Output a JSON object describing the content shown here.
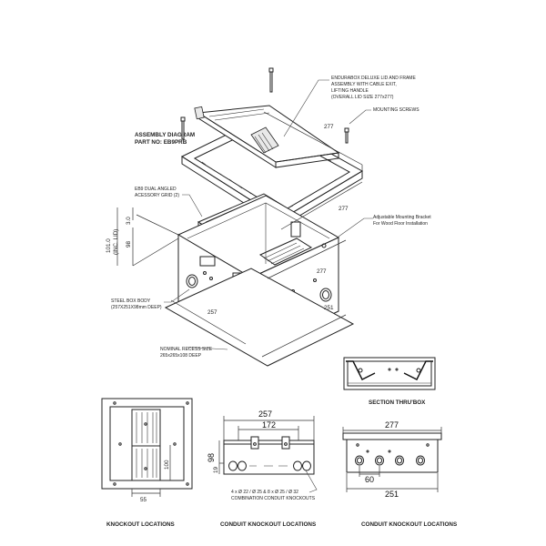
{
  "assembly": {
    "title": "ASSEMBLY DIAGRAM",
    "part_no": "PART NO: EB9PRB"
  },
  "callouts": {
    "lid": [
      "ENDURABOX DELUXE LID AND FRAME",
      "ASSEMBLY WITH CABLE EXIT,",
      "LIFTING HANDLE",
      "(OVERALL LID SIZE 277x277)"
    ],
    "mounting_screws": "MOUNTING SCREWS",
    "grid": [
      "EB9 DUAL ANGLED",
      "ACESSORY GRID (2)"
    ],
    "bracket": [
      "Adjustable Mounting Bracket",
      "For Wood Floor Installation"
    ],
    "steel_body": [
      "STEEL BOX BODY",
      "(257X251X98mm DEEP)"
    ],
    "recess": [
      "NOMINAL RECESS SIZE",
      "265x265x108 DEEP"
    ],
    "knockouts": [
      "4 x Ø 22 / Ø 25 & 8 x Ø 25 / Ø 32",
      "COMBINATION CONDUIT KNOCKOUTS"
    ]
  },
  "dimensions": {
    "lid_top": "277",
    "lid_side": "277",
    "height_total": "101.0",
    "height_total_note": "(INC. LID)",
    "lid_thickness": "3.0",
    "body_height": "98",
    "body_width": "257",
    "body_depth": "251",
    "body_top": "277",
    "front_width": "257",
    "front_inner": "172",
    "front_height": "98",
    "front_small": "19",
    "knockout_height": "100",
    "knockout_width": "55",
    "side_overall": "277",
    "side_spacing": "60",
    "side_width": "251"
  },
  "views": {
    "section": "SECTION THRU'BOX",
    "knockout_locations": "KNOCKOUT LOCATIONS",
    "conduit_front": "CONDUIT KNOCKOUT LOCATIONS",
    "conduit_side": "CONDUIT KNOCKOUT LOCATIONS"
  }
}
